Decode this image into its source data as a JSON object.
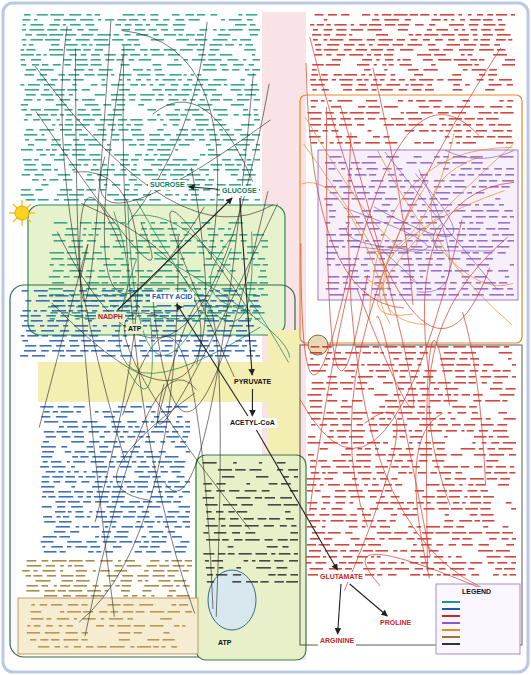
{
  "diagram": {
    "nodes": [
      {
        "text": [
          "SUCROSE"
        ]
      },
      {
        "text": [
          "GLUCOSE"
        ]
      },
      {
        "text": [
          "NADPH"
        ]
      },
      {
        "text": [
          "ATP"
        ]
      },
      {
        "text": [
          "FATTY ACID"
        ]
      },
      {
        "text": [
          "PYRUVATE"
        ]
      },
      {
        "text": [
          "ACETYL-CoA"
        ]
      },
      {
        "text": [
          "GLUTAMATE"
        ]
      },
      {
        "text": [
          "ARGININE"
        ]
      },
      {
        "text": [
          "PROLINE"
        ]
      },
      {
        "text": [
          "ATP"
        ]
      },
      {
        "text": [
          "LEGEND"
        ]
      }
    ],
    "edges": [
      {
        "from": 1,
        "to": 0,
        "arrow": "to"
      },
      {
        "from": 2,
        "to": 1,
        "arrow": "to"
      },
      {
        "from": 1,
        "to": 5,
        "arrow": "to"
      },
      {
        "from": 5,
        "to": 6,
        "arrow": "to"
      },
      {
        "from": 6,
        "to": 4,
        "arrow": "to"
      },
      {
        "from": 6,
        "to": 7,
        "arrow": "to"
      },
      {
        "from": 7,
        "to": 8,
        "arrow": "to"
      },
      {
        "from": 7,
        "to": 9,
        "arrow": "to"
      }
    ]
  }
}
